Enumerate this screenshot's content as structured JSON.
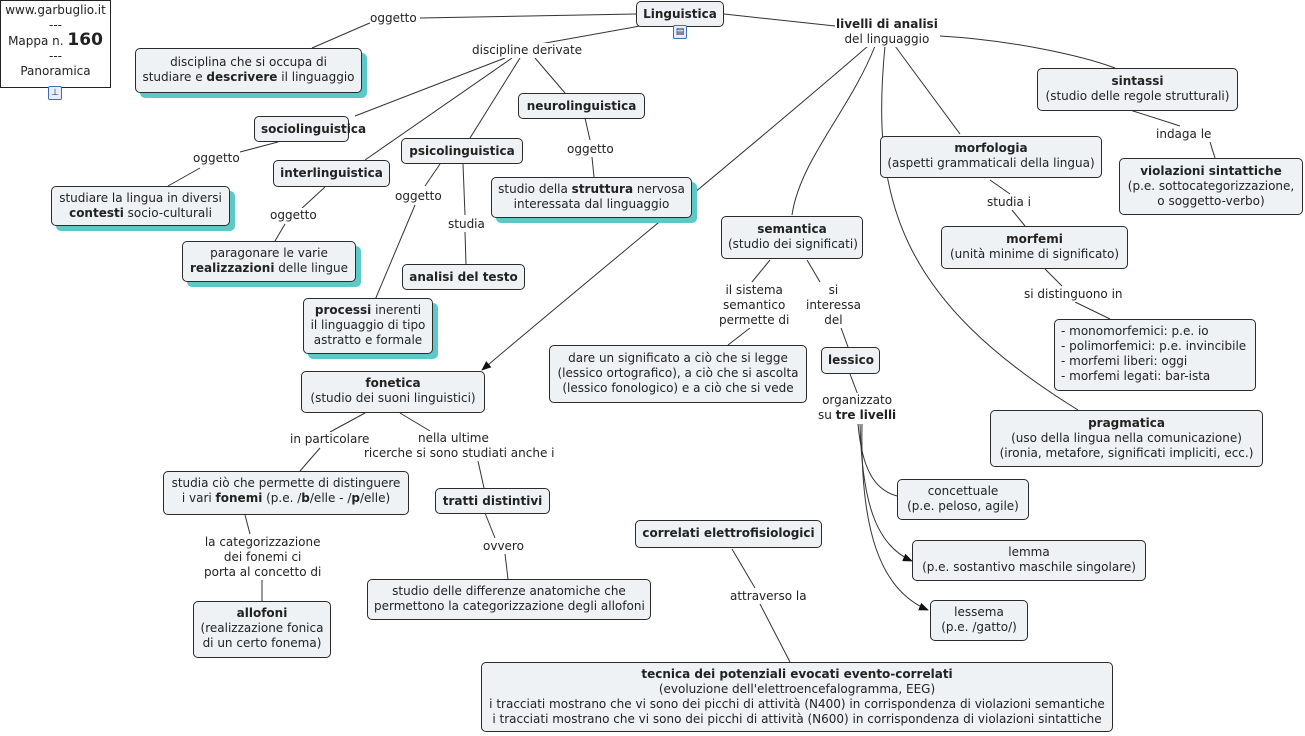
{
  "info": {
    "site": "www.garbuglio.it",
    "sep1": "---",
    "map_prefix": "Mappa n.",
    "map_number": "160",
    "sep2": "---",
    "view": "Panoramica"
  },
  "icons": {
    "info_icon": "hierarchy-icon",
    "root_icon": "document-icon"
  },
  "nodes": {
    "root": "Linguistica",
    "disciplina": [
      "disciplina che si occupa di",
      "studiare e ",
      "descrivere",
      " il linguaggio"
    ],
    "sociolinguistica": "sociolinguistica",
    "socio_obj": [
      "studiare la lingua in diversi",
      "contesti",
      " socio-culturali"
    ],
    "interlinguistica": "interlinguistica",
    "inter_obj": [
      "paragonare le varie",
      "realizzazioni",
      " delle lingue"
    ],
    "psicolinguistica": "psicolinguistica",
    "psico_obj": [
      "processi",
      " inerenti",
      "il linguaggio di tipo",
      "astratto e formale"
    ],
    "analisi": "analisi del testo",
    "neuro": "neurolinguistica",
    "neuro_obj": [
      "studio della ",
      "struttura",
      " nervosa",
      "interessata dal linguaggio"
    ],
    "fonetica": [
      "fonetica",
      "(studio dei suoni linguistici)"
    ],
    "fonemi": [
      "studia ciò che permette di distinguere",
      "i vari ",
      "fonemi",
      " (p.e. /",
      "b",
      "/elle - /",
      "p",
      "/elle)"
    ],
    "allofoni": [
      "allofoni",
      "(realizzazione fonica",
      "di un certo fonema)"
    ],
    "tratti": "tratti distintivi",
    "tratti_obj": [
      "studio delle differenze anatomiche che",
      "permettono la categorizzazione degli allofoni"
    ],
    "correlati": "correlati elettrofisiologici",
    "tecnica": [
      "tecnica dei potenziali evocati evento-correlati",
      "(evoluzione dell'elettroencefalogramma, EEG)",
      "i tracciati mostrano che vi sono dei picchi di attività (N400) in corrispondenza di violazioni semantiche",
      "i tracciati mostrano che vi sono dei picchi di attività (N600) in corrispondenza di violazioni sintattiche"
    ],
    "semantica": [
      "semantica",
      "(studio dei significati)"
    ],
    "significato": [
      "dare un significato a ciò che si legge",
      "(lessico ortografico), a ciò che si ascolta",
      "(lessico fonologico) e a ciò che si vede"
    ],
    "lessico": "lessico",
    "concettuale": [
      "concettuale",
      "(p.e. peloso, agile)"
    ],
    "lemma": [
      "lemma",
      "(p.e. sostantivo maschile singolare)"
    ],
    "lessema": [
      "lessema",
      "(p.e. /gatto/)"
    ],
    "morfologia": [
      "morfologia",
      "(aspetti grammaticali della lingua)"
    ],
    "morfemi": [
      "morfemi",
      "(unità minime di significato)"
    ],
    "morfemi_list": [
      "- monomorfemici: p.e. io",
      "- polimorfemici: p.e. invincibile",
      "- morfemi liberi: oggi",
      "- morfemi legati: bar-ista"
    ],
    "sintassi": [
      "sintassi",
      "(studio delle regole strutturali)"
    ],
    "violazioni": [
      "violazioni sintattiche",
      "(p.e. sottocategorizzazione,",
      "o soggetto-verbo)"
    ],
    "pragmatica": [
      "pragmatica",
      "(uso della lingua nella comunicazione)",
      "(ironia, metafore, significati impliciti, ecc.)"
    ]
  },
  "labels": {
    "oggetto_root": "oggetto",
    "discipline": "discipline derivate",
    "livelli": [
      "livelli di analisi",
      "del linguaggio"
    ],
    "oggetto_socio": "oggetto",
    "oggetto_inter": "oggetto",
    "oggetto_psico": "oggetto",
    "studia": "studia",
    "oggetto_neuro": "oggetto",
    "in_particolare": "in particolare",
    "nella_ultime": [
      "nella ultime",
      "ricerche si sono studiati anche i"
    ],
    "categorizzazione": [
      "la categorizzazione",
      "dei fonemi ci",
      "porta al concetto di"
    ],
    "ovvero": "ovvero",
    "attraverso": "attraverso la",
    "sistema": [
      "il sistema",
      "semantico",
      "permette di"
    ],
    "interessa": [
      "si",
      "interessa",
      "del"
    ],
    "organizzato": [
      "organizzato",
      "su ",
      "tre livelli"
    ],
    "studia_i": "studia i",
    "distinguono": "si distinguono in",
    "indaga": "indaga le"
  }
}
